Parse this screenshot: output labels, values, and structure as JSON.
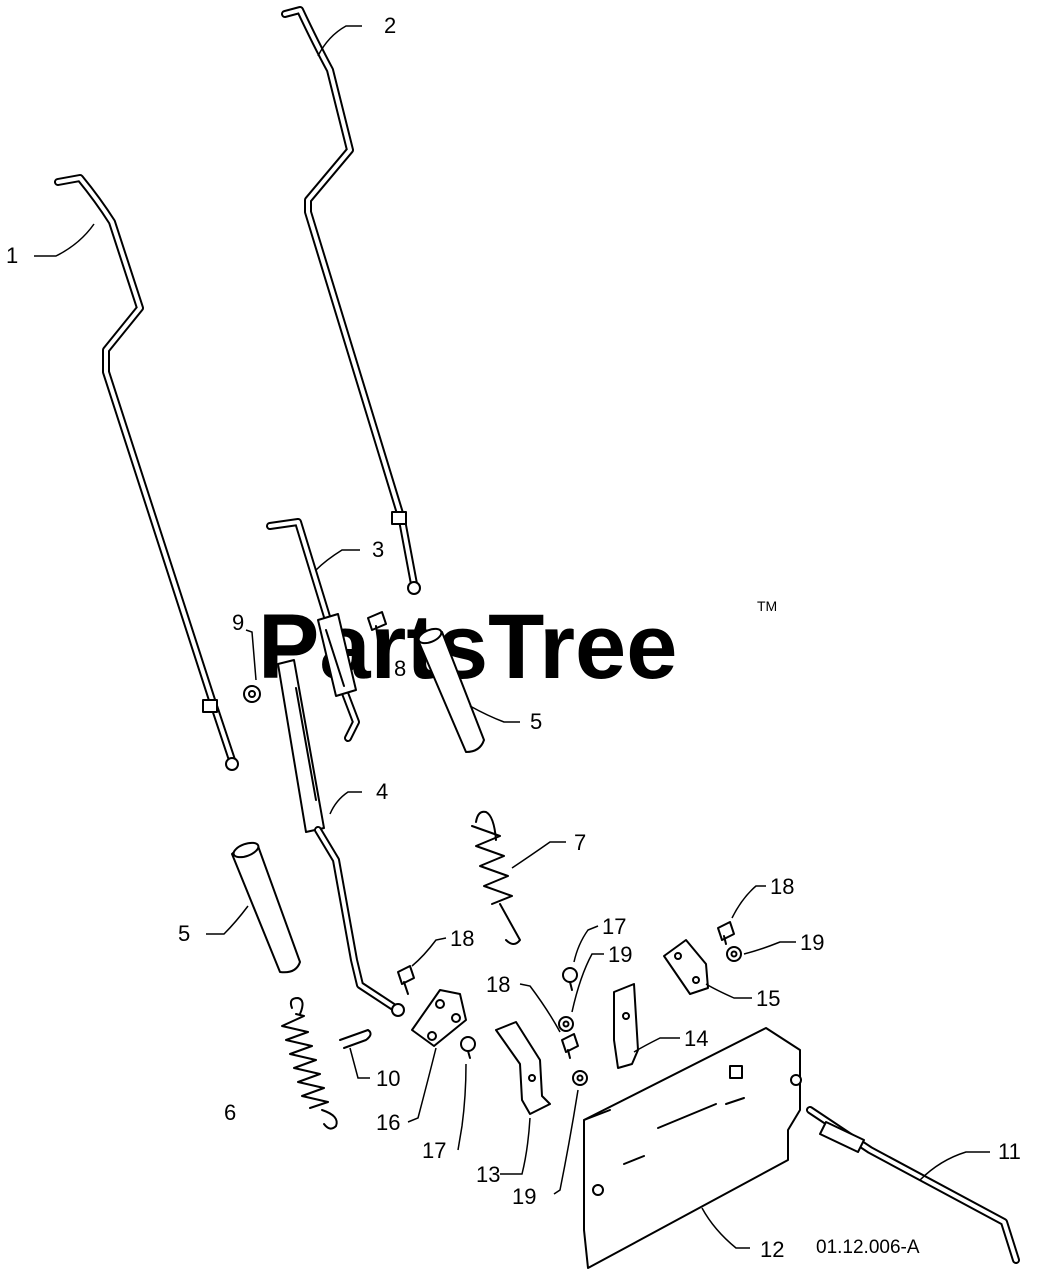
{
  "watermark": {
    "brand": "PartsTree",
    "trademark": "TM"
  },
  "drawing_code": "01.12.006-A",
  "callouts": {
    "c1": "1",
    "c2": "2",
    "c3": "3",
    "c4": "4",
    "c5a": "5",
    "c5b": "5",
    "c6": "6",
    "c7": "7",
    "c8": "8",
    "c9": "9",
    "c10": "10",
    "c11": "11",
    "c12": "12",
    "c13": "13",
    "c14": "14",
    "c15": "15",
    "c16": "16",
    "c17a": "17",
    "c17b": "17",
    "c18a": "18",
    "c18b": "18",
    "c18c": "18",
    "c19a": "19",
    "c19b": "19",
    "c19c": "19"
  }
}
